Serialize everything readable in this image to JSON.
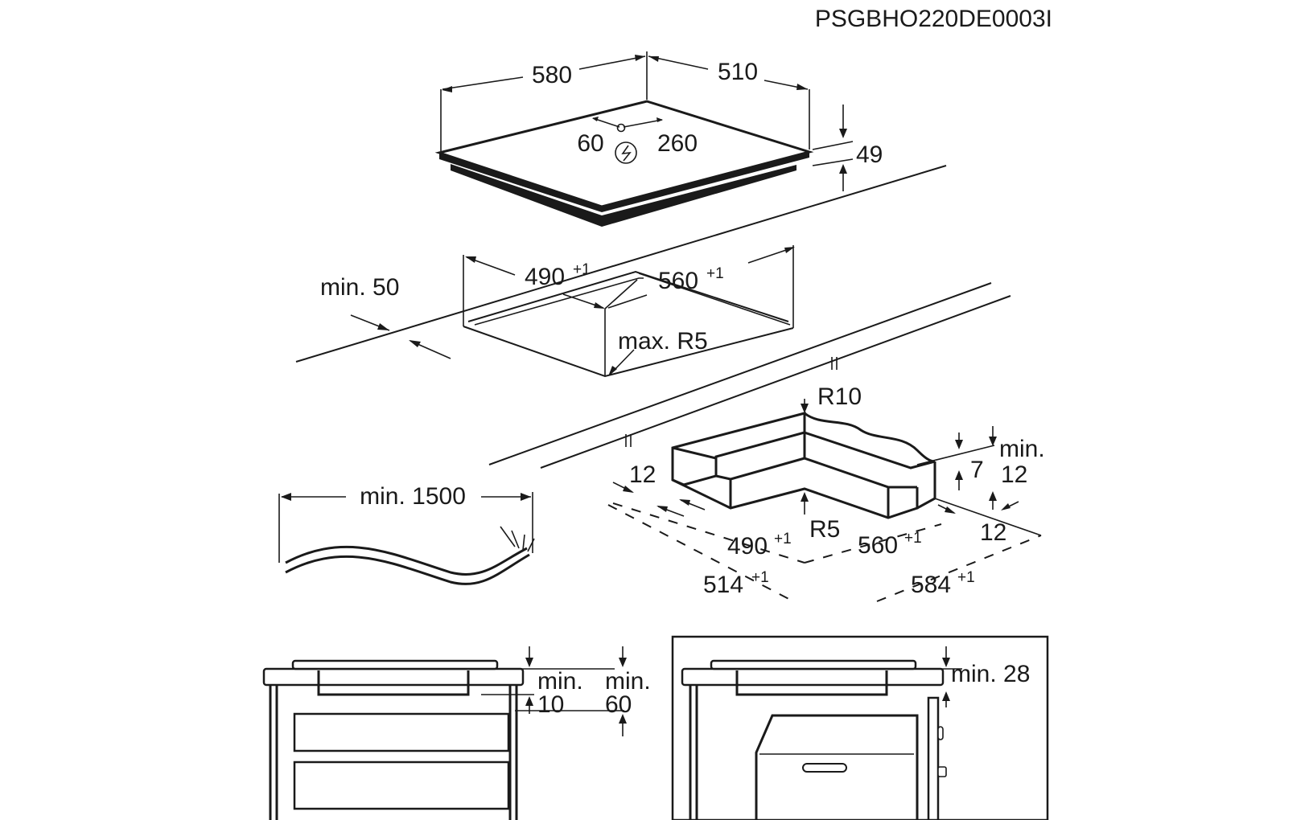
{
  "document_code": "PSGBHO220DE0003I",
  "hob": {
    "width": "580",
    "depth": "510",
    "height": "49",
    "connection_offset_left": "60",
    "connection_offset_right": "260",
    "connection_icon": "lightning-bolt-icon"
  },
  "cutout": {
    "depth": "490",
    "depth_tolerance": "+1",
    "width": "560",
    "width_tolerance": "+1",
    "min_wall_distance": "min. 50",
    "corner_radius": "max. R5"
  },
  "cable": {
    "min_length": "min. 1500"
  },
  "profile": {
    "radius_outer": "R10",
    "radius_inner": "R5",
    "step_left": "12",
    "step_height": "7",
    "min_label": "min.",
    "min_value": "12",
    "step_right": "12",
    "inner_depth": "490",
    "inner_depth_tolerance": "+1",
    "inner_width": "560",
    "inner_width_tolerance": "+1",
    "outer_depth": "514",
    "outer_depth_tolerance": "+1",
    "outer_width": "584",
    "outer_width_tolerance": "+1",
    "equals_mark": "="
  },
  "install_drawer": {
    "min_a_label": "min.",
    "min_a_value": "10",
    "min_b_label": "min.",
    "min_b_value": "60"
  },
  "install_oven": {
    "min_gap": "min. 28"
  }
}
